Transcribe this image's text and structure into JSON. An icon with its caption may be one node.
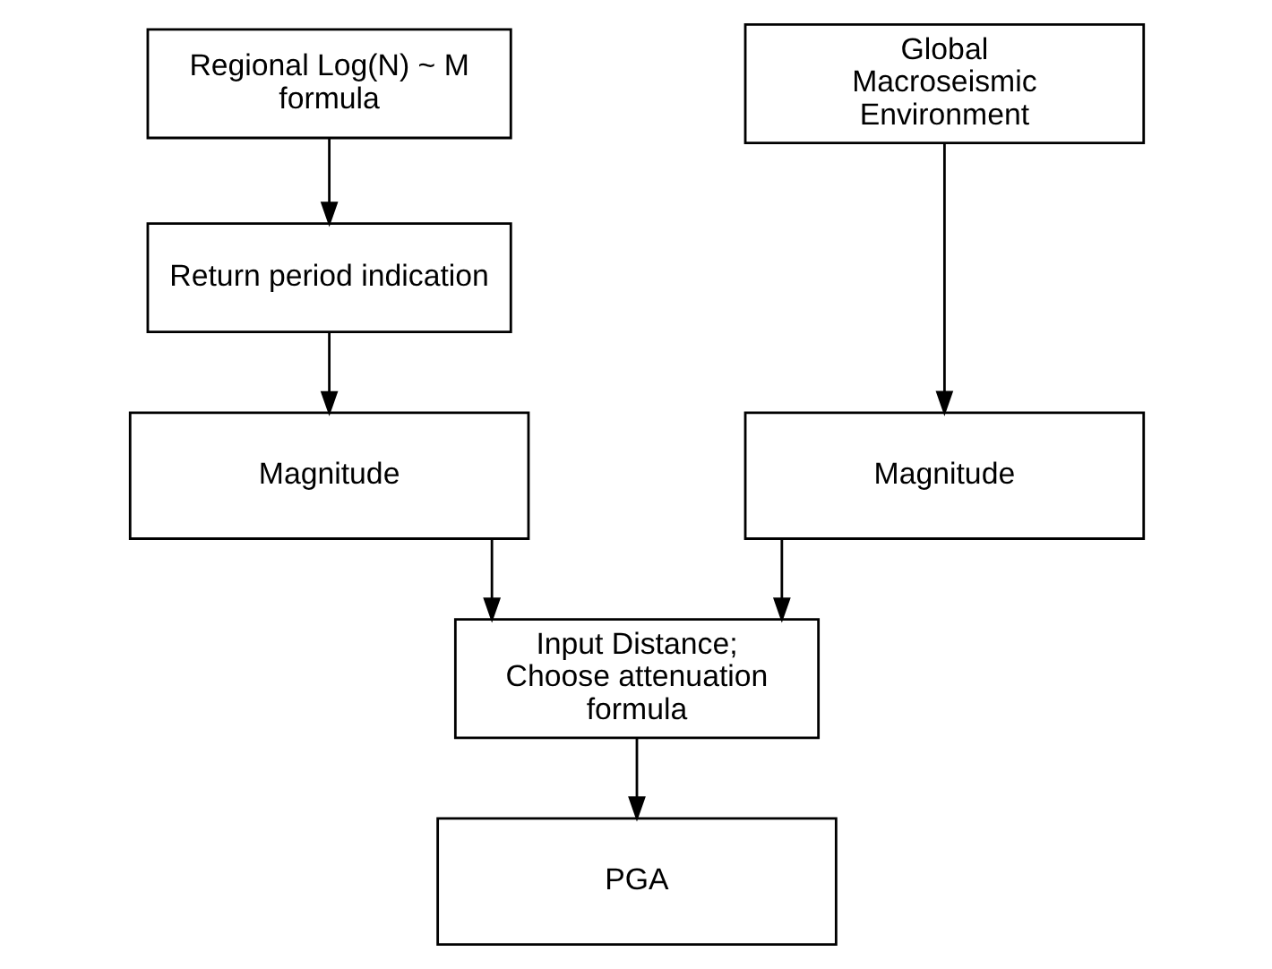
{
  "diagram": {
    "nodes": [
      {
        "text": [
          "Regional Log(N) ~ M formula"
        ]
      },
      {
        "text": [
          "Global Macroseismic Environment"
        ]
      },
      {
        "text": [
          "Return period indication"
        ]
      },
      {
        "text": [
          "Magnitude"
        ]
      },
      {
        "text": [
          "Magnitude"
        ]
      },
      {
        "text": [
          "Input Distance; Choose attenuation formula"
        ]
      },
      {
        "text": [
          "PGA"
        ]
      }
    ],
    "edges": [
      {
        "from": 0,
        "to": 2,
        "arrow": "to"
      },
      {
        "from": 2,
        "to": 3,
        "arrow": "to"
      },
      {
        "from": 1,
        "to": 4,
        "arrow": "to"
      },
      {
        "from": 3,
        "to": 5,
        "arrow": "to"
      },
      {
        "from": 4,
        "to": 5,
        "arrow": "to"
      },
      {
        "from": 5,
        "to": 6,
        "arrow": "to"
      }
    ]
  }
}
